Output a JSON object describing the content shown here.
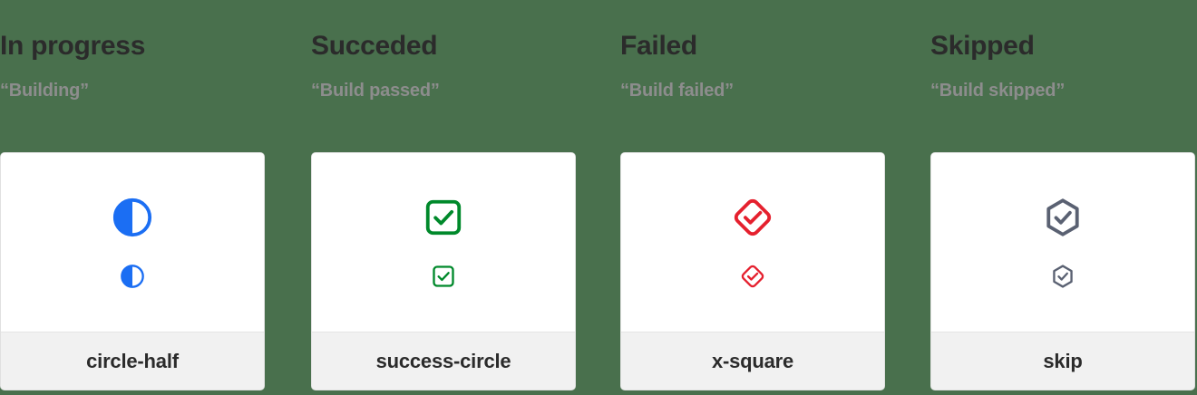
{
  "background_color": "#49704d",
  "columns": [
    {
      "heading": "In progress",
      "subtitle": "“Building”",
      "icon_name": "circle-half-icon",
      "icon_color": "#1b6ef3",
      "card_label": "circle-half"
    },
    {
      "heading": "Succeded",
      "subtitle": "“Build passed”",
      "icon_name": "check-square-icon",
      "icon_color": "#00892b",
      "card_label": "success-circle"
    },
    {
      "heading": "Failed",
      "subtitle": "“Build failed”",
      "icon_name": "check-diamond-icon",
      "icon_color": "#e5202e",
      "card_label": "x-square"
    },
    {
      "heading": "Skipped",
      "subtitle": "“Build skipped”",
      "icon_name": "check-hexagon-icon",
      "icon_color": "#5a6172",
      "card_label": "skip"
    }
  ]
}
